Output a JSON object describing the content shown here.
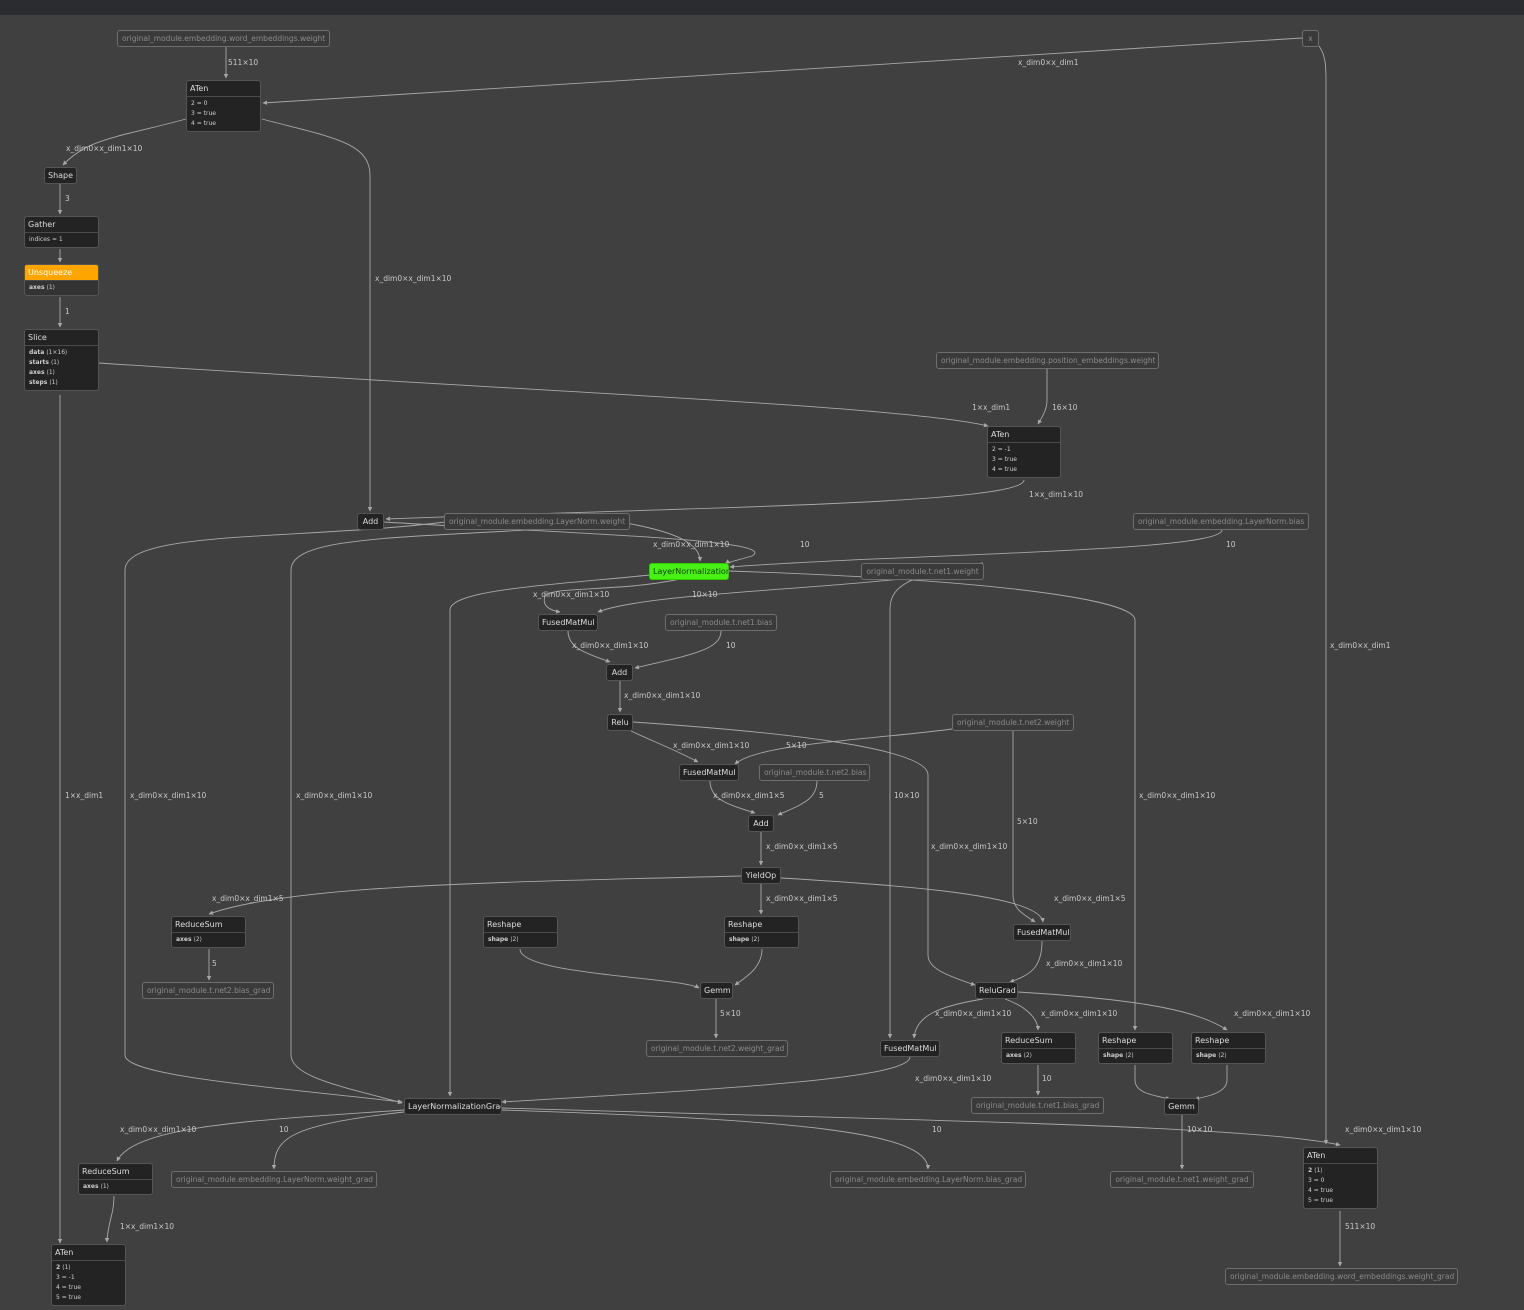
{
  "colors": {
    "background": "#404040",
    "node_fill": "#232323",
    "edge": "#a8a8a8",
    "highlight_orange": "#ffa500",
    "highlight_green": "#47f015"
  },
  "graph": {
    "nodes": [
      {
        "id": "t_wemb",
        "kind": "tensor",
        "label": "original_module.embedding.word_embeddings.weight"
      },
      {
        "id": "t_x",
        "kind": "tensor",
        "label": "x"
      },
      {
        "id": "aten1",
        "kind": "op",
        "label": "ATen",
        "attrs": [
          {
            "k": "2",
            "v": "= 0"
          },
          {
            "k": "3",
            "v": "= true"
          },
          {
            "k": "4",
            "v": "= true"
          }
        ]
      },
      {
        "id": "shape",
        "kind": "op",
        "label": "Shape"
      },
      {
        "id": "gather",
        "kind": "op",
        "label": "Gather",
        "attrs": [
          {
            "k": "indices",
            "v": "= 1"
          }
        ]
      },
      {
        "id": "unsq",
        "kind": "op",
        "label": "Unsqueeze",
        "highlight": "orange",
        "attrs": [
          {
            "k": "axes",
            "v": "⟨1⟩",
            "bold": true
          }
        ]
      },
      {
        "id": "slice",
        "kind": "op",
        "label": "Slice",
        "attrs": [
          {
            "k": "data",
            "v": "⟨1×16⟩",
            "bold": true
          },
          {
            "k": "starts",
            "v": "⟨1⟩",
            "bold": true
          },
          {
            "k": "axes",
            "v": "⟨1⟩",
            "bold": true
          },
          {
            "k": "steps",
            "v": "⟨1⟩",
            "bold": true
          }
        ]
      },
      {
        "id": "t_pemb",
        "kind": "tensor",
        "label": "original_module.embedding.position_embeddings.weight"
      },
      {
        "id": "aten2",
        "kind": "op",
        "label": "ATen",
        "attrs": [
          {
            "k": "2",
            "v": "= -1"
          },
          {
            "k": "3",
            "v": "= true"
          },
          {
            "k": "4",
            "v": "= true"
          }
        ]
      },
      {
        "id": "add1",
        "kind": "op",
        "label": "Add"
      },
      {
        "id": "t_lnw",
        "kind": "tensor",
        "label": "original_module.embedding.LayerNorm.weight"
      },
      {
        "id": "t_lnb",
        "kind": "tensor",
        "label": "original_module.embedding.LayerNorm.bias"
      },
      {
        "id": "ln",
        "kind": "op",
        "label": "LayerNormalization",
        "highlight": "green"
      },
      {
        "id": "t_n1w",
        "kind": "tensor",
        "label": "original_module.t.net1.weight"
      },
      {
        "id": "fmm1",
        "kind": "op",
        "label": "FusedMatMul"
      },
      {
        "id": "t_n1b",
        "kind": "tensor",
        "label": "original_module.t.net1.bias"
      },
      {
        "id": "add2",
        "kind": "op",
        "label": "Add"
      },
      {
        "id": "relu",
        "kind": "op",
        "label": "Relu"
      },
      {
        "id": "t_n2w",
        "kind": "tensor",
        "label": "original_module.t.net2.weight"
      },
      {
        "id": "fmm2",
        "kind": "op",
        "label": "FusedMatMul"
      },
      {
        "id": "t_n2b",
        "kind": "tensor",
        "label": "original_module.t.net2.bias"
      },
      {
        "id": "add3",
        "kind": "op",
        "label": "Add"
      },
      {
        "id": "yield",
        "kind": "op",
        "label": "YieldOp"
      },
      {
        "id": "rsum1",
        "kind": "op",
        "label": "ReduceSum",
        "attrs": [
          {
            "k": "axes",
            "v": "⟨2⟩",
            "bold": true
          }
        ]
      },
      {
        "id": "t_n2bg",
        "kind": "tensor",
        "label": "original_module.t.net2.bias_grad"
      },
      {
        "id": "resh1",
        "kind": "op",
        "label": "Reshape",
        "attrs": [
          {
            "k": "shape",
            "v": "⟨2⟩",
            "bold": true
          }
        ]
      },
      {
        "id": "resh2",
        "kind": "op",
        "label": "Reshape",
        "attrs": [
          {
            "k": "shape",
            "v": "⟨2⟩",
            "bold": true
          }
        ]
      },
      {
        "id": "fmm3",
        "kind": "op",
        "label": "FusedMatMul"
      },
      {
        "id": "gemm1",
        "kind": "op",
        "label": "Gemm"
      },
      {
        "id": "relugrad",
        "kind": "op",
        "label": "ReluGrad"
      },
      {
        "id": "t_n2wg",
        "kind": "tensor",
        "label": "original_module.t.net2.weight_grad"
      },
      {
        "id": "fmm4",
        "kind": "op",
        "label": "FusedMatMul"
      },
      {
        "id": "rsum2",
        "kind": "op",
        "label": "ReduceSum",
        "attrs": [
          {
            "k": "axes",
            "v": "⟨2⟩",
            "bold": true
          }
        ]
      },
      {
        "id": "resh3",
        "kind": "op",
        "label": "Reshape",
        "attrs": [
          {
            "k": "shape",
            "v": "⟨2⟩",
            "bold": true
          }
        ]
      },
      {
        "id": "resh4",
        "kind": "op",
        "label": "Reshape",
        "attrs": [
          {
            "k": "shape",
            "v": "⟨2⟩",
            "bold": true
          }
        ]
      },
      {
        "id": "t_n1bg",
        "kind": "tensor",
        "label": "original_module.t.net1.bias_grad"
      },
      {
        "id": "gemm2",
        "kind": "op",
        "label": "Gemm"
      },
      {
        "id": "lngrad",
        "kind": "op",
        "label": "LayerNormalizationGrad"
      },
      {
        "id": "rsum3",
        "kind": "op",
        "label": "ReduceSum",
        "attrs": [
          {
            "k": "axes",
            "v": "⟨1⟩",
            "bold": true
          }
        ]
      },
      {
        "id": "t_lnwg",
        "kind": "tensor",
        "label": "original_module.embedding.LayerNorm.weight_grad"
      },
      {
        "id": "t_lnbg",
        "kind": "tensor",
        "label": "original_module.embedding.LayerNorm.bias_grad"
      },
      {
        "id": "t_n1wg",
        "kind": "tensor",
        "label": "original_module.t.net1.weight_grad"
      },
      {
        "id": "aten3",
        "kind": "op",
        "label": "ATen",
        "attrs": [
          {
            "k": "2",
            "v": "⟨1⟩",
            "bold": true
          },
          {
            "k": "3",
            "v": "= 0"
          },
          {
            "k": "4",
            "v": "= true"
          },
          {
            "k": "5",
            "v": "= true"
          }
        ]
      },
      {
        "id": "aten4",
        "kind": "op",
        "label": "ATen",
        "attrs": [
          {
            "k": "2",
            "v": "⟨1⟩",
            "bold": true
          },
          {
            "k": "3",
            "v": "= -1"
          },
          {
            "k": "4",
            "v": "= true"
          },
          {
            "k": "5",
            "v": "= true"
          }
        ]
      },
      {
        "id": "t_wembg",
        "kind": "tensor",
        "label": "original_module.embedding.word_embeddings.weight_grad"
      }
    ],
    "edges": [
      {
        "id": "e01",
        "label": "511×10"
      },
      {
        "id": "e02",
        "label": "x_dim0×x_dim1"
      },
      {
        "id": "e03",
        "label": "x_dim0×x_dim1×10"
      },
      {
        "id": "e04",
        "label": "3"
      },
      {
        "id": "e05",
        "label": ""
      },
      {
        "id": "e06",
        "label": "1"
      },
      {
        "id": "e07",
        "label": "x_dim0×x_dim1×10"
      },
      {
        "id": "e08",
        "label": "1×x_dim1"
      },
      {
        "id": "e09",
        "label": "16×10"
      },
      {
        "id": "e10",
        "label": "1×x_dim1×10"
      },
      {
        "id": "e11",
        "label": "x_dim0×x_dim1×10"
      },
      {
        "id": "e12",
        "label": "10"
      },
      {
        "id": "e13",
        "label": "10"
      },
      {
        "id": "e14",
        "label": "x_dim0×x_dim1×10"
      },
      {
        "id": "e15",
        "label": "10×10"
      },
      {
        "id": "e16",
        "label": "x_dim0×x_dim1×10"
      },
      {
        "id": "e17",
        "label": "10"
      },
      {
        "id": "e18",
        "label": "x_dim0×x_dim1×10"
      },
      {
        "id": "e19",
        "label": "x_dim0×x_dim1×10"
      },
      {
        "id": "e20",
        "label": "5×10"
      },
      {
        "id": "e21",
        "label": "x_dim0×x_dim1×5"
      },
      {
        "id": "e22",
        "label": "5"
      },
      {
        "id": "e23",
        "label": "x_dim0×x_dim1×5"
      },
      {
        "id": "e24",
        "label": "x_dim0×x_dim1×5"
      },
      {
        "id": "e25",
        "label": "5"
      },
      {
        "id": "e26",
        "label": "x_dim0×x_dim1×5"
      },
      {
        "id": "e27",
        "label": "x_dim0×x_dim1×5"
      },
      {
        "id": "e28",
        "label": "5×10"
      },
      {
        "id": "e29",
        "label": "x_dim0×x_dim1×10"
      },
      {
        "id": "e30",
        "label": ""
      },
      {
        "id": "e31",
        "label": ""
      },
      {
        "id": "e32",
        "label": "5×10"
      },
      {
        "id": "e33",
        "label": "x_dim0×x_dim1×10"
      },
      {
        "id": "e34",
        "label": "10×10"
      },
      {
        "id": "e35",
        "label": "x_dim0×x_dim1×10"
      },
      {
        "id": "e36",
        "label": "x_dim0×x_dim1×10"
      },
      {
        "id": "e37",
        "label": "x_dim0×x_dim1×10"
      },
      {
        "id": "e38",
        "label": "x_dim0×x_dim1×10"
      },
      {
        "id": "e39",
        "label": "10"
      },
      {
        "id": "e40",
        "label": ""
      },
      {
        "id": "e41",
        "label": ""
      },
      {
        "id": "e42",
        "label": "x_dim0×x_dim1×10"
      },
      {
        "id": "e43",
        "label": "x_dim0×x_dim1×10"
      },
      {
        "id": "e44",
        "label": "x_dim0×x_dim1×10"
      },
      {
        "id": "e45",
        "label": "10"
      },
      {
        "id": "e46",
        "label": "x_dim0×x_dim1"
      },
      {
        "id": "e47",
        "label": "x_dim0×x_dim1×10"
      },
      {
        "id": "e48",
        "label": "10"
      },
      {
        "id": "e49",
        "label": "10"
      },
      {
        "id": "e50",
        "label": "x_dim0×x_dim1×10"
      },
      {
        "id": "e51",
        "label": "1×x_dim1"
      },
      {
        "id": "e52",
        "label": "1×x_dim1×10"
      },
      {
        "id": "e53",
        "label": "10×10"
      },
      {
        "id": "e54",
        "label": "511×10"
      }
    ]
  }
}
